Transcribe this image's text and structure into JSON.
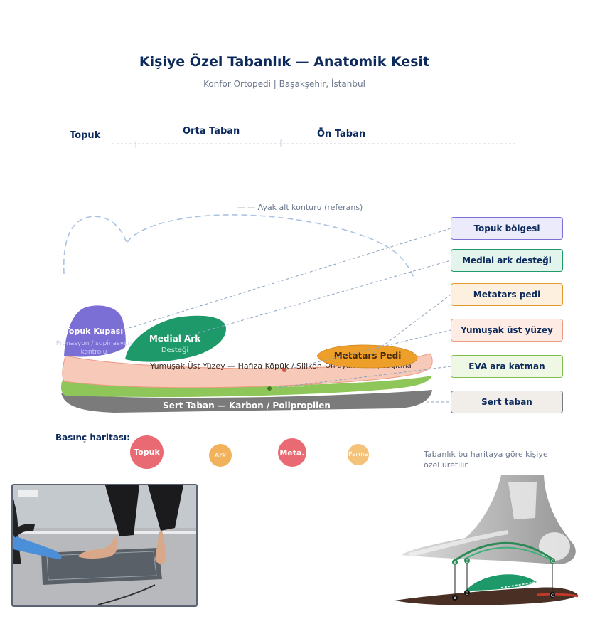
{
  "header": {
    "title": "Kişiye Özel Tabanlık — Anatomik Kesit",
    "subtitle": "Konfor Ortopedi | Başakşehir, İstanbul"
  },
  "zones": {
    "heel": "Topuk",
    "midfoot": "Orta Taban",
    "forefoot": "Ön Taban"
  },
  "outline_label": "— — Ayak alt konturu (referans)",
  "parts": {
    "heel_cup": "Topuk Kupası",
    "heel_cup_sub1": "Pronasyon / supinasyon",
    "heel_cup_sub2": "kontrolü",
    "medial_arch": "Medial Ark",
    "medial_arch_sub": "Desteği",
    "metatarsal_pad": "Metatars Pedi",
    "top_layer": "Yumuşak Üst Yüzey — Hafıza Köpük / Silikon",
    "top_layer_note": "Ön ayak basınç dağıtma",
    "eva_layer": "EVA Köpük — Amortisör Ara Katman",
    "base_layer": "Sert Taban — Karbon / Polipropilen"
  },
  "legend": [
    {
      "label": "Topuk bölgesi",
      "bg": "#ecebfb",
      "border": "#7b6fd6"
    },
    {
      "label": "Medial ark desteği",
      "bg": "#e3f4ec",
      "border": "#1e9a6a"
    },
    {
      "label": "Metatars pedi",
      "bg": "#fdf0de",
      "border": "#e39a2d"
    },
    {
      "label": "Yumuşak üst yüzey",
      "bg": "#fdebe4",
      "border": "#ec9a82"
    },
    {
      "label": "EVA ara katman",
      "bg": "#eef8e4",
      "border": "#7fbf4d"
    },
    {
      "label": "Sert taban",
      "bg": "#f1eeea",
      "border": "#7a7a7a"
    }
  ],
  "pressure": {
    "title": "Basınç haritası:",
    "points": [
      {
        "label": "Topuk",
        "color": "#e96a72"
      },
      {
        "label": "Ark",
        "color": "#f2b25c"
      },
      {
        "label": "Meta.",
        "color": "#e96a72"
      },
      {
        "label": "Parmak",
        "color": "#f5c27a"
      }
    ],
    "note": "Tabanlık bu haritaya göre kişiye özel üretilir"
  },
  "xray_markers": [
    "A",
    "B",
    "C"
  ],
  "colors": {
    "heel": "#7b6fd6",
    "arch": "#1e9a6a",
    "meta": "#ed9f2a",
    "top": "#f6c9b8",
    "eva": "#8fc65a",
    "base": "#7b7b7b",
    "navy": "#0d2a5c"
  }
}
